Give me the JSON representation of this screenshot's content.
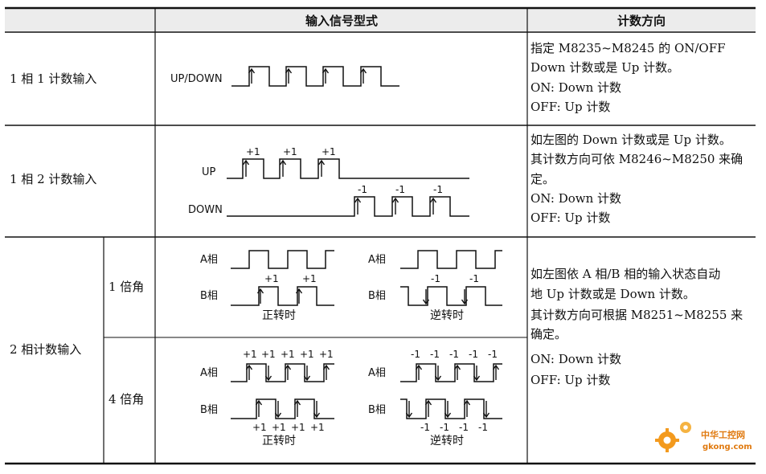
{
  "header": {
    "col2": "输入信号型式",
    "col3": "计数方向"
  },
  "rows": {
    "r1": {
      "mode": "1 相 1 计数输入",
      "signal_label": "UP/DOWN",
      "desc": [
        "指定 M8235~M8245 的 ON/OFF",
        "Down 计数或是 Up 计数。",
        "ON: Down 计数",
        "OFF: Up 计数"
      ]
    },
    "r2": {
      "mode": "1 相 2 计数输入",
      "up_label": "UP",
      "down_label": "DOWN",
      "plus": "+1",
      "minus": "-1",
      "desc": [
        "如左图的  Down 计数或是 Up 计数。",
        "其计数方向可依 M8246~M8250 来确",
        "定。",
        "ON: Down 计数",
        "OFF: Up 计数"
      ]
    },
    "r3": {
      "mode": "2 相计数输入",
      "sub1": "1 倍角",
      "sub2": "4 倍角",
      "a_label": "A相",
      "b_label": "B相",
      "forward": "正转时",
      "reverse": "逆转时",
      "plus": "+1",
      "minus": "-1",
      "desc": [
        "如左图依 A 相/B 相的输入状态自动",
        "地 Up 计数或是 Down 计数。",
        "其计数方向可根据 M8251~M8255 来",
        "确定。",
        "ON: Down 计数",
        "OFF: Up 计数"
      ]
    }
  },
  "watermark": {
    "line1": "中华工控网",
    "line2": "gkong.com"
  }
}
